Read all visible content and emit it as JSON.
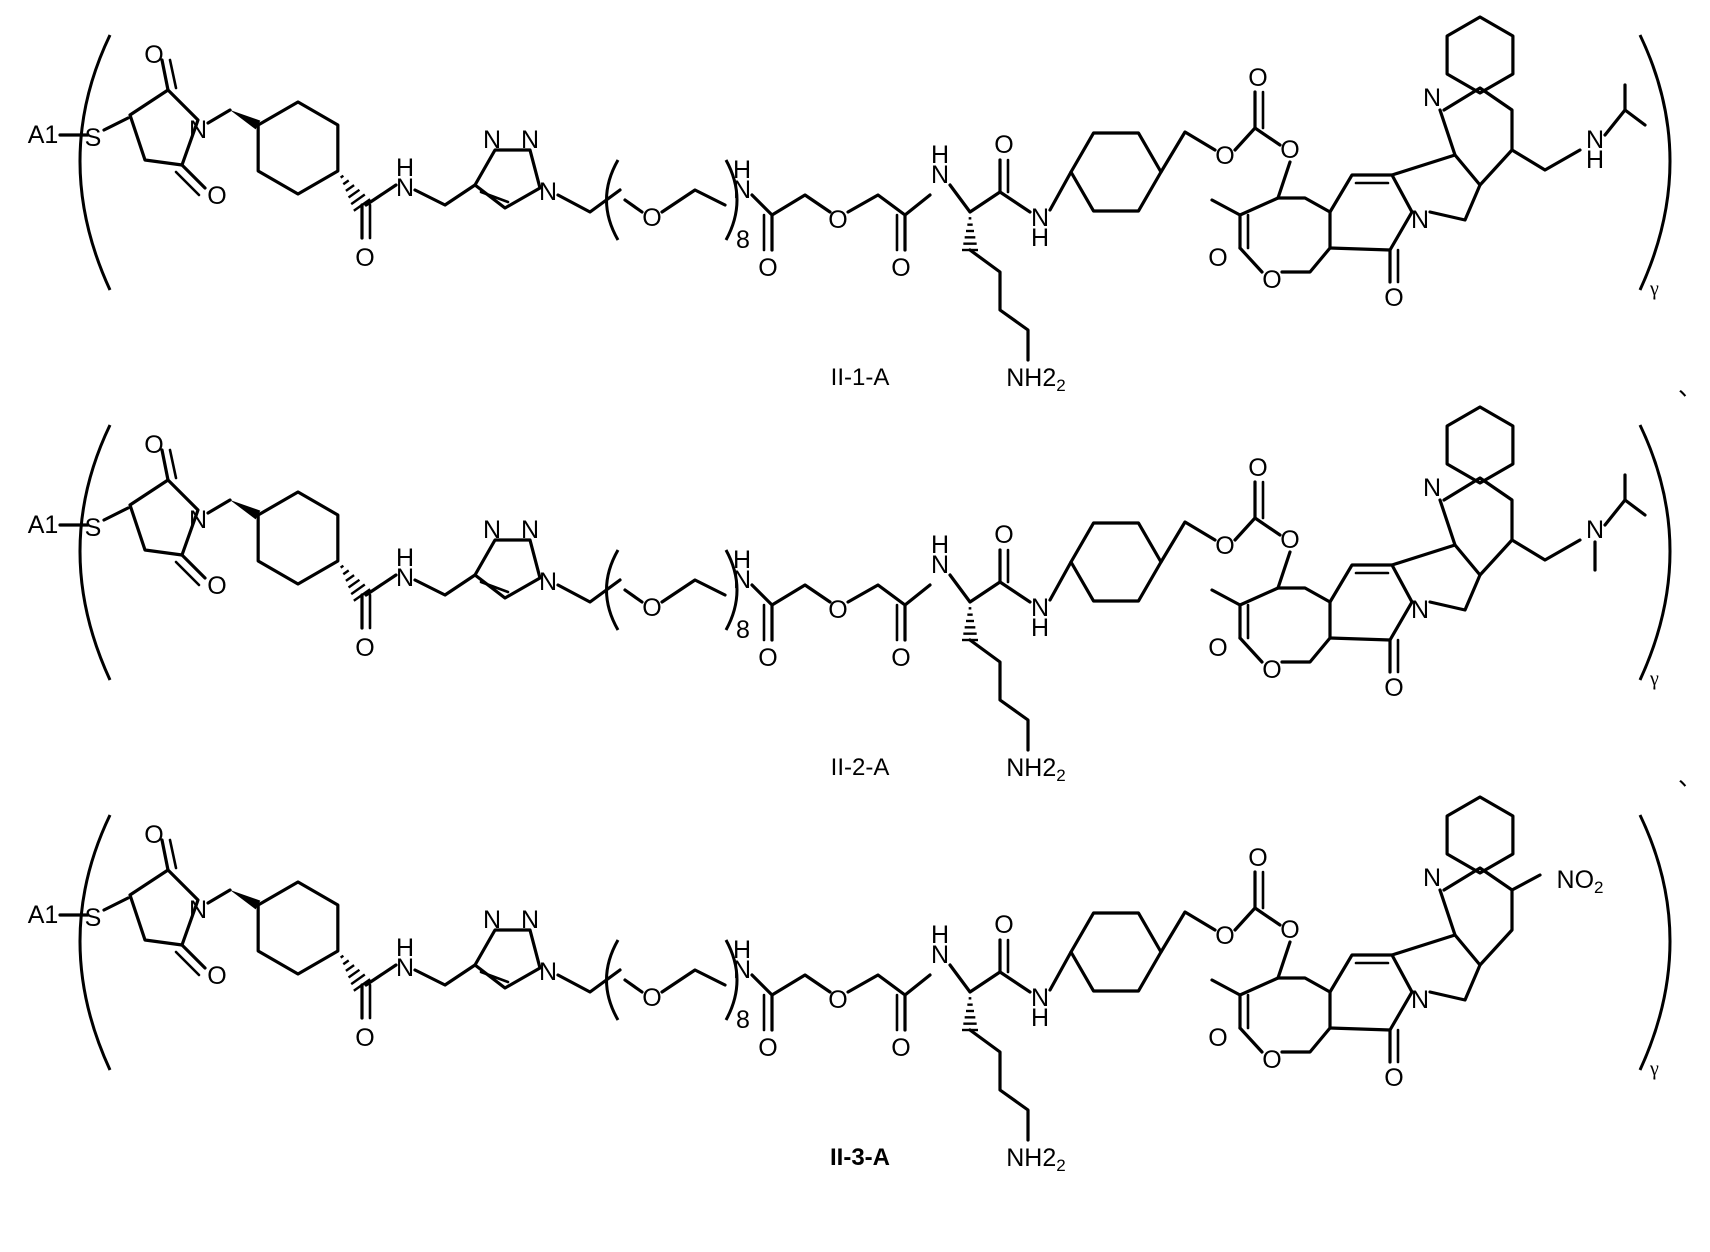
{
  "molecules": [
    {
      "label": "II-1-A",
      "bold": false,
      "antibody": "A1",
      "peg_repeat": "8",
      "subscript": "γ",
      "amine_terminal": "NH2",
      "variant": "isopropylamine"
    },
    {
      "label": "II-2-A",
      "bold": false,
      "antibody": "A1",
      "peg_repeat": "8",
      "subscript": "γ",
      "amine_terminal": "NH2",
      "variant": "methyl-isopropylamine"
    },
    {
      "label": "II-3-A",
      "bold": true,
      "antibody": "A1",
      "peg_repeat": "8",
      "subscript": "γ",
      "amine_terminal": "NH2",
      "variant": "nitro"
    }
  ],
  "atoms": {
    "S": "S",
    "N": "N",
    "O": "O",
    "H": "H",
    "NH": "NH",
    "NH2": "NH",
    "sub2": "2",
    "NO2": "NO",
    "separator": "、"
  }
}
